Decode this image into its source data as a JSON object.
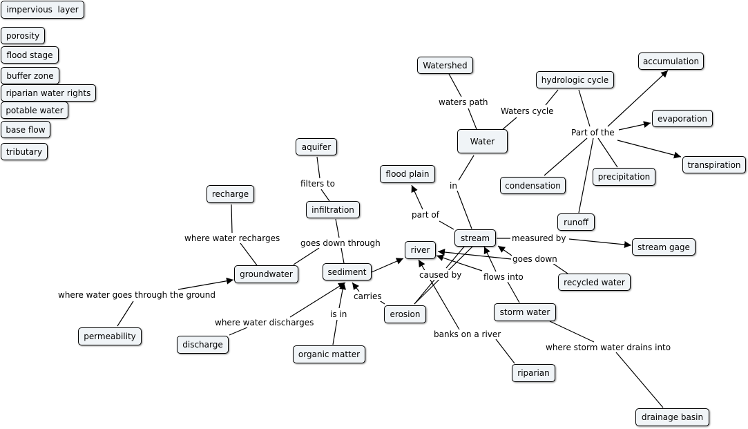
{
  "nodes": {
    "impervious_layer": "impervious  layer",
    "porosity": "porosity",
    "flood_stage": "flood stage",
    "buffer_zone": "buffer zone",
    "riparian_water_rights": "riparian water rights",
    "potable_water": "potable water",
    "base_flow": "base flow",
    "tributary": "tributary",
    "watershed": "Watershed",
    "hydrologic_cycle": "hydrologic cycle",
    "accumulation": "accumulation",
    "evaporation": "evaporation",
    "transpiration": "transpiration",
    "water": "Water",
    "aquifer": "aquifer",
    "flood_plain": "flood plain",
    "condensation": "condensation",
    "precipitation": "precipitation",
    "recharge": "recharge",
    "infiltration": "infiltration",
    "runoff": "runoff",
    "stream": "stream",
    "river": "river",
    "stream_gage": "stream gage",
    "groundwater": "groundwater",
    "sediment": "sediment",
    "recycled_water": "recycled water",
    "storm_water": "storm water",
    "erosion": "erosion",
    "permeability": "permeability",
    "discharge": "discharge",
    "organic_matter": "organic matter",
    "riparian": "riparian",
    "drainage_basin": "drainage basin"
  },
  "links": {
    "waters_path": "waters path",
    "waters_cycle": "Waters cycle",
    "part_of_the": "Part of the",
    "filters_to": "filters to",
    "in": "in",
    "part_of": "part of",
    "where_water_recharges": "where water recharges",
    "goes_down_through": "goes down through",
    "measured_by": "measured by",
    "goes_down": "goes down",
    "caused_by": "caused by",
    "flows_into": "flows into",
    "where_water_goes_through": "where water goes through the ground",
    "carries": "carries",
    "where_water_discharges": "where water discharges",
    "is_in": "is in",
    "banks_on_a_river": "banks on a river",
    "where_storm_water_drains": "where storm water drains into"
  },
  "colors": {
    "node_fill": "#f0f4f7",
    "line": "#000000"
  }
}
